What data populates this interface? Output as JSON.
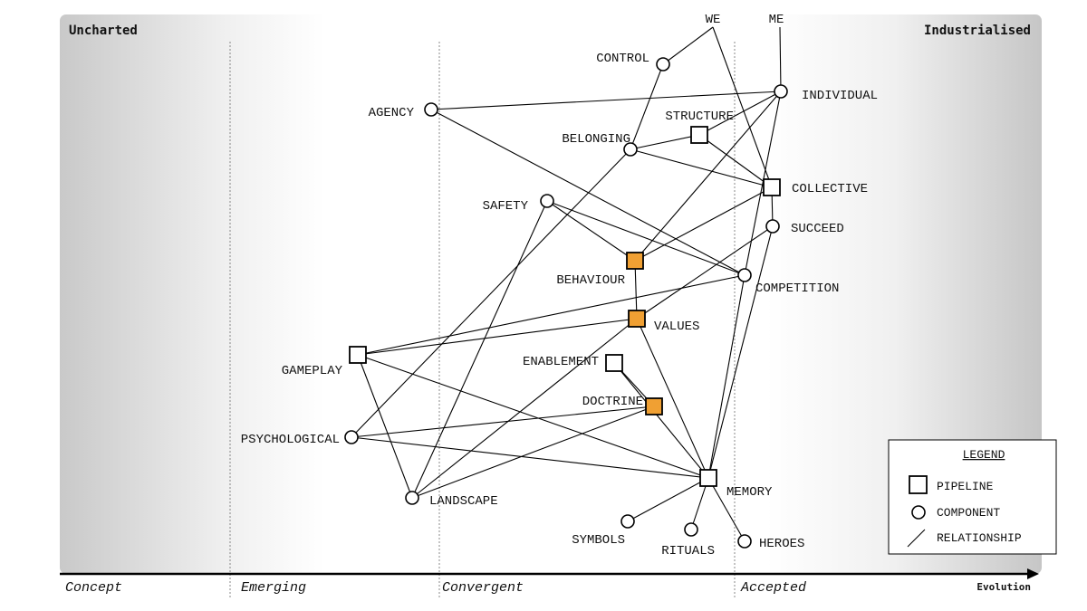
{
  "corners": {
    "left": "Uncharted",
    "right": "Industrialised"
  },
  "stages": [
    "Concept",
    "Emerging",
    "Convergent",
    "Accepted"
  ],
  "evolution_label": "Evolution",
  "colors": {
    "highlight": "#f0a033",
    "stroke": "#000000",
    "fill": "#ffffff"
  },
  "legend": {
    "title": "LEGEND",
    "items": [
      {
        "shape": "pipeline-square",
        "label": "PIPELINE"
      },
      {
        "shape": "component-circle",
        "label": "COMPONENT"
      },
      {
        "shape": "relationship-line",
        "label": "RELATIONSHIP"
      }
    ]
  },
  "nodes": [
    {
      "id": "we",
      "label": "WE",
      "type": "label"
    },
    {
      "id": "me",
      "label": "ME",
      "type": "label"
    },
    {
      "id": "control",
      "label": "CONTROL",
      "type": "component"
    },
    {
      "id": "individual",
      "label": "INDIVIDUAL",
      "type": "component"
    },
    {
      "id": "agency",
      "label": "AGENCY",
      "type": "component"
    },
    {
      "id": "structure",
      "label": "STRUCTURE",
      "type": "pipeline"
    },
    {
      "id": "belonging",
      "label": "BELONGING",
      "type": "component"
    },
    {
      "id": "collective",
      "label": "COLLECTIVE",
      "type": "pipeline"
    },
    {
      "id": "safety",
      "label": "SAFETY",
      "type": "component"
    },
    {
      "id": "succeed",
      "label": "SUCCEED",
      "type": "component"
    },
    {
      "id": "behaviour",
      "label": "BEHAVIOUR",
      "type": "pipeline",
      "highlight": true
    },
    {
      "id": "competition",
      "label": "COMPETITION",
      "type": "component"
    },
    {
      "id": "values",
      "label": "VALUES",
      "type": "pipeline",
      "highlight": true
    },
    {
      "id": "gameplay",
      "label": "GAMEPLAY",
      "type": "pipeline"
    },
    {
      "id": "enablement",
      "label": "ENABLEMENT",
      "type": "pipeline"
    },
    {
      "id": "doctrine",
      "label": "DOCTRINE",
      "type": "pipeline",
      "highlight": true
    },
    {
      "id": "psychological",
      "label": "PSYCHOLOGICAL",
      "type": "component"
    },
    {
      "id": "memory",
      "label": "MEMORY",
      "type": "pipeline"
    },
    {
      "id": "landscape",
      "label": "LANDSCAPE",
      "type": "component"
    },
    {
      "id": "symbols",
      "label": "SYMBOLS",
      "type": "component"
    },
    {
      "id": "rituals",
      "label": "RITUALS",
      "type": "component"
    },
    {
      "id": "heroes",
      "label": "HEROES",
      "type": "component"
    }
  ],
  "links": [
    [
      "we",
      "control"
    ],
    [
      "we",
      "collective"
    ],
    [
      "me",
      "individual"
    ],
    [
      "control",
      "belonging"
    ],
    [
      "agency",
      "individual"
    ],
    [
      "agency",
      "competition"
    ],
    [
      "individual",
      "structure"
    ],
    [
      "individual",
      "behaviour"
    ],
    [
      "individual",
      "competition"
    ],
    [
      "structure",
      "belonging"
    ],
    [
      "structure",
      "collective"
    ],
    [
      "belonging",
      "collective"
    ],
    [
      "belonging",
      "psychological"
    ],
    [
      "safety",
      "behaviour"
    ],
    [
      "safety",
      "competition"
    ],
    [
      "safety",
      "landscape"
    ],
    [
      "collective",
      "succeed"
    ],
    [
      "collective",
      "behaviour"
    ],
    [
      "succeed",
      "values"
    ],
    [
      "succeed",
      "memory"
    ],
    [
      "behaviour",
      "values"
    ],
    [
      "competition",
      "gameplay"
    ],
    [
      "competition",
      "memory"
    ],
    [
      "values",
      "gameplay"
    ],
    [
      "values",
      "memory"
    ],
    [
      "values",
      "landscape"
    ],
    [
      "enablement",
      "doctrine"
    ],
    [
      "enablement",
      "memory"
    ],
    [
      "doctrine",
      "psychological"
    ],
    [
      "doctrine",
      "landscape"
    ],
    [
      "gameplay",
      "memory"
    ],
    [
      "gameplay",
      "landscape"
    ],
    [
      "psychological",
      "memory"
    ],
    [
      "memory",
      "symbols"
    ],
    [
      "memory",
      "rituals"
    ],
    [
      "memory",
      "heroes"
    ]
  ]
}
